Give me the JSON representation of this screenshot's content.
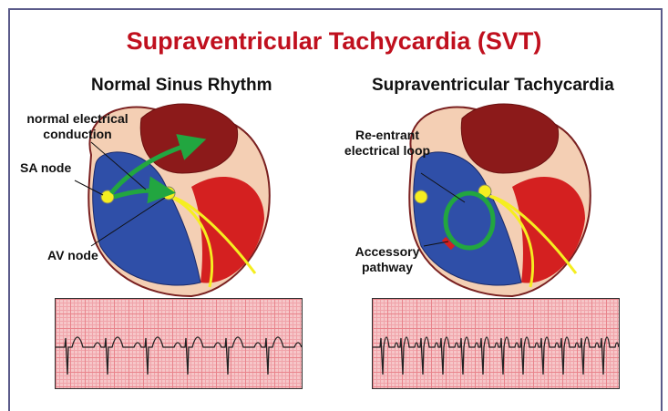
{
  "title": "Supraventricular Tachycardia (SVT)",
  "left": {
    "heading": "Normal Sinus Rhythm",
    "labels": {
      "conduction": "normal electrical conduction",
      "sa": "SA node",
      "av": "AV node"
    }
  },
  "right": {
    "heading": "Supraventricular Tachycardia",
    "labels": {
      "loop": "Re-entrant electrical loop",
      "pathway": "Accessory pathway"
    }
  },
  "colors": {
    "title": "#c0101e",
    "arrow": "#22a640",
    "blue": "#2f4fa8",
    "red": "#d42020",
    "node": "#f5ee20"
  }
}
